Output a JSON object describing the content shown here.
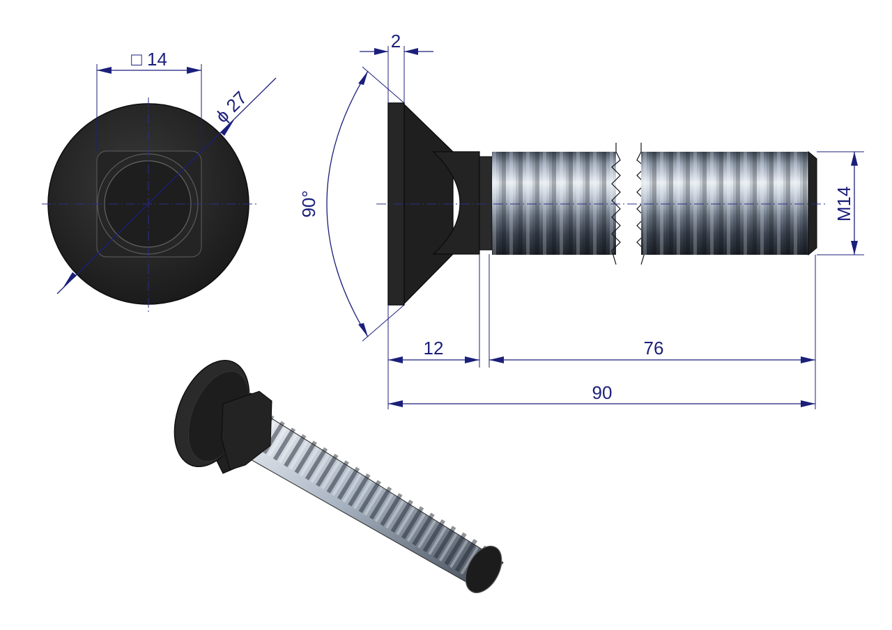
{
  "dimensions": {
    "square_size": "□ 14",
    "head_diameter": "ϕ 27",
    "head_thickness": "2",
    "countersink_angle": "90°",
    "neck_length": "12",
    "thread_length": "76",
    "total_length": "90",
    "thread_size": "M14"
  },
  "colors": {
    "dimension": "#1b1f7a",
    "head": "#1c1c1c",
    "thread_light": "#dfe6ee",
    "thread_dark": "#3c4552"
  }
}
